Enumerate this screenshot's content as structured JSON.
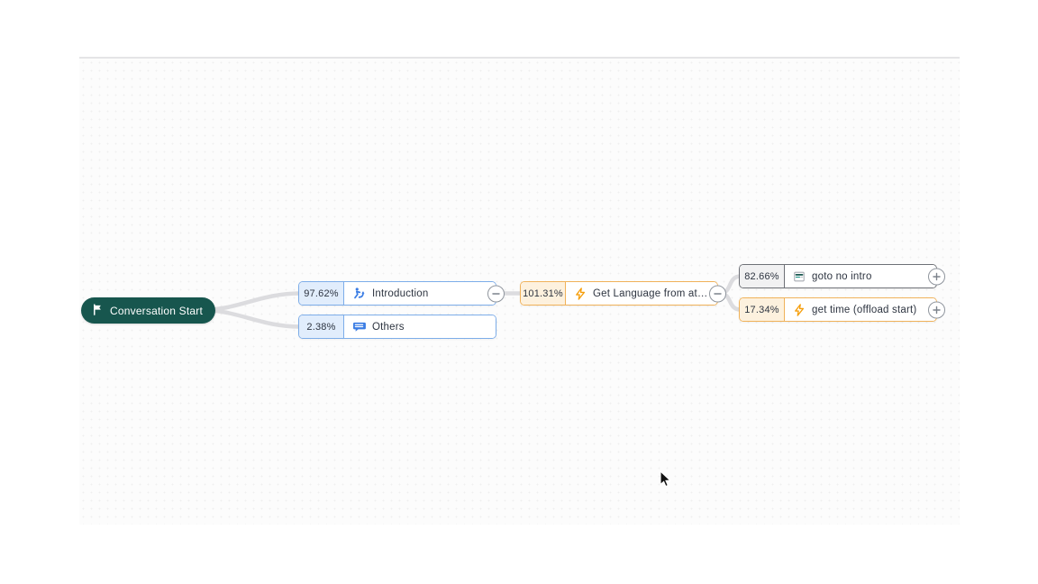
{
  "canvas": {
    "background": "#fcfcfc",
    "divider_color": "#e5e5e6",
    "connector_color": "#dcdcdf"
  },
  "start_node": {
    "label": "Conversation Start",
    "icon": "flag-icon",
    "color": "#17564e",
    "text_color": "#ffffff"
  },
  "nodes": [
    {
      "id": "introduction",
      "percent": "97.62%",
      "label": "Introduction",
      "icon": "intent-icon",
      "variant": "blue",
      "button": "collapse"
    },
    {
      "id": "others",
      "percent": "2.38%",
      "label": "Others",
      "icon": "message-icon",
      "variant": "blue",
      "button": null
    },
    {
      "id": "get-language",
      "percent": "101.31%",
      "label": "Get Language from attri…",
      "icon": "zap-icon",
      "variant": "orange",
      "button": "collapse"
    },
    {
      "id": "goto-no-intro",
      "percent": "82.66%",
      "label": "goto no intro",
      "icon": "goto-node-icon",
      "variant": "gray",
      "button": "expand"
    },
    {
      "id": "get-time",
      "percent": "17.34%",
      "label": "get time (offload start)",
      "icon": "zap-icon",
      "variant": "orange",
      "button": "expand"
    }
  ],
  "colors": {
    "blue_border": "#7dade9",
    "blue_fill": "#e1edfc",
    "blue_icon": "#3b7de4",
    "orange_border": "#f0b25a",
    "orange_fill": "#fdf1de",
    "orange_icon": "#f59e0b",
    "gray_border": "#6e7177",
    "gray_fill": "#f1f1f2",
    "text": "#2d3440"
  }
}
